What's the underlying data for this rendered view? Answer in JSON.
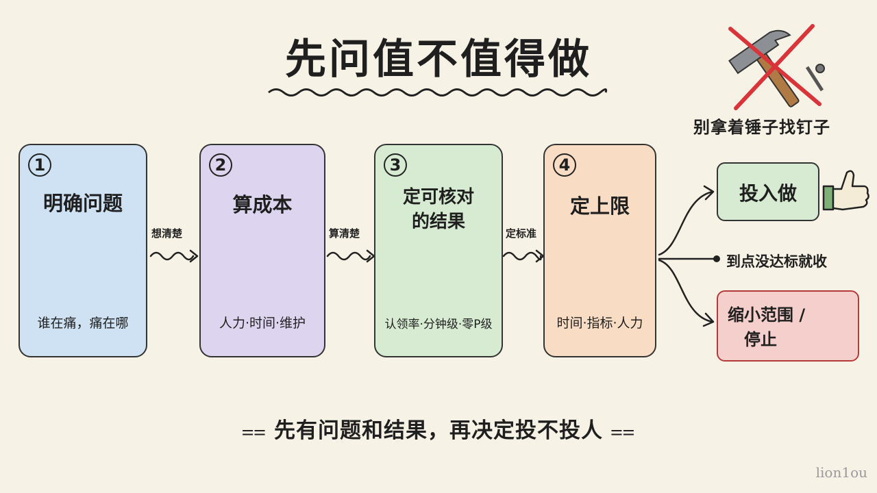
{
  "title": "先问值不值得做",
  "tip": {
    "text": "别拿着锤子找钉子",
    "icon": "crossed-hammer-icon"
  },
  "steps": [
    {
      "num": "1",
      "title": "明确问题",
      "subtitle": "谁在痛，痛在哪",
      "icon": "magnifier-question-icon",
      "color": "#cfe2f3"
    },
    {
      "num": "2",
      "title": "算成本",
      "subtitle": "人力·时间·维护",
      "icon": "hourglass-people-icon",
      "color": "#ddd5ef"
    },
    {
      "num": "3",
      "title": "定可核对的结果",
      "subtitle": "认领率·分钟级·零P级",
      "icon": "ruler-target-icon",
      "color": "#d6ebd2"
    },
    {
      "num": "4",
      "title": "定上限",
      "subtitle": "时间·指标·人力",
      "icon": "calendar-icon",
      "color": "#f9dcc4"
    }
  ],
  "transitions": [
    "想清楚",
    "算清楚",
    "定标准"
  ],
  "outcomes": {
    "go": {
      "label": "投入做",
      "icon": "thumbs-up-icon",
      "color": "#d6ebd2"
    },
    "middle": {
      "label": "到点没达标就收"
    },
    "stop": {
      "label_line1": "缩小范围 /",
      "label_line2": "停止",
      "icon": "stop-hand-icon",
      "color": "#f4cfcb"
    }
  },
  "footer": "先有问题和结果，再决定投不投人",
  "watermark": "lion1ou"
}
